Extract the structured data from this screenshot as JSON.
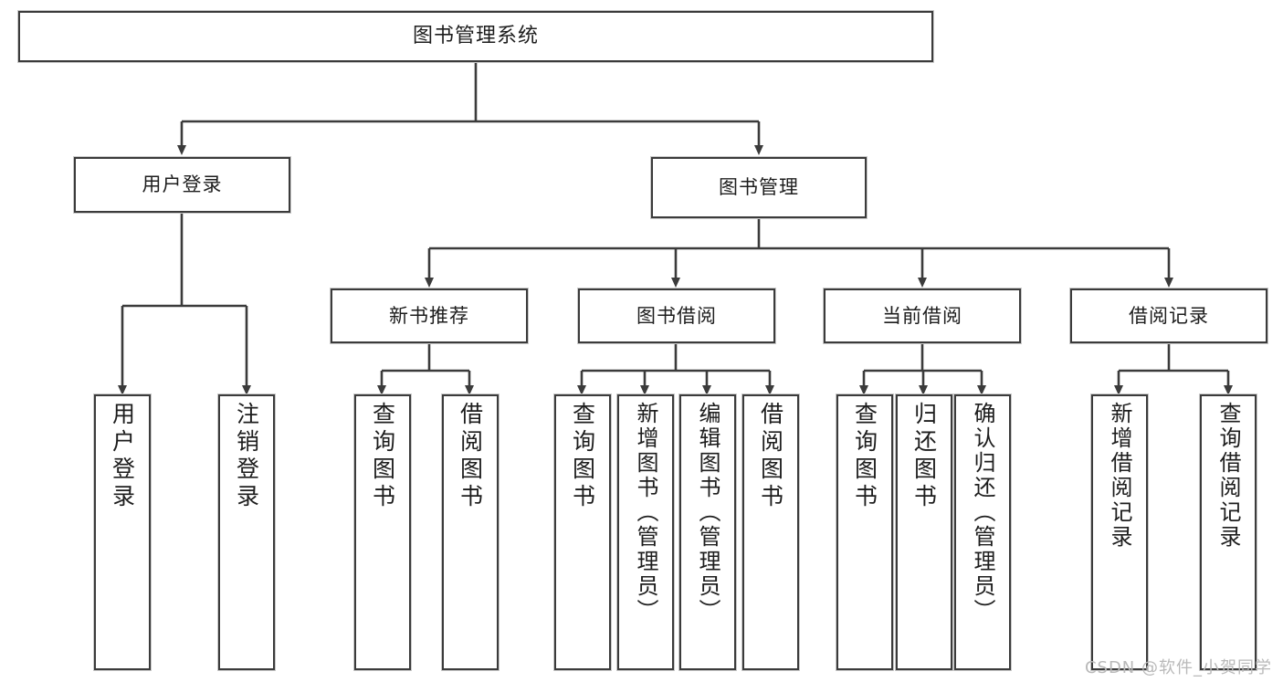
{
  "diagram": {
    "title": "图书管理系统",
    "type": "tree-hierarchy",
    "watermark": "CSDN @软件_小贺同学",
    "colors": {
      "border": "#3b3b3b",
      "fill": "#ffffff",
      "line": "#3b3b3b",
      "text": "#1d1d1d",
      "watermark": "#b9b9b9"
    },
    "nodes": {
      "root": "图书管理系统",
      "level2": [
        "用户登录",
        "图书管理"
      ],
      "level3": [
        "新书推荐",
        "图书借阅",
        "当前借阅",
        "借阅记录"
      ],
      "leaves": {
        "user_login": [
          "用户登录",
          "注销登录"
        ],
        "new_book_recommend": [
          "查询图书",
          "借阅图书"
        ],
        "book_borrow": [
          "查询图书",
          "新增图书（管理员）",
          "编辑图书（管理员）",
          "借阅图书"
        ],
        "current_borrow": [
          "查询图书",
          "归还图书",
          "确认归还（管理员）"
        ],
        "borrow_record": [
          "新增借阅记录",
          "查询借阅记录"
        ]
      }
    }
  }
}
